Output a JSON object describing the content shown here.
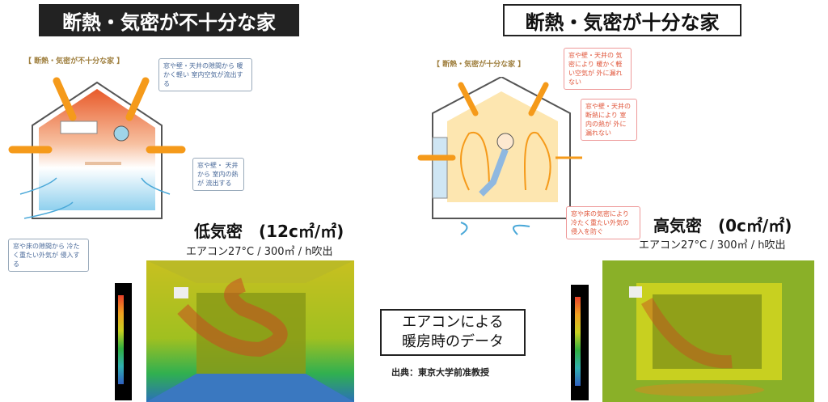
{
  "left": {
    "title": "断熱・気密が不十分な家",
    "caption": "【 断熱・気密が不十分な家 】",
    "bubbles": [
      "窓や壁・天井の隙間から 暖かく軽い 室内空気が流出する",
      "窓や壁・ 天井から 室内の熱が 流出する",
      "窓や床の隙間から 冷たく重たい外気が 侵入する"
    ],
    "label": "低気密　(12c㎡/㎡)",
    "subtitle": "エアコン27°C / 300㎥ / h吹出"
  },
  "right": {
    "title": "断熱・気密が十分な家",
    "caption": "【 断熱・気密が十分な家 】",
    "bubbles": [
      "窓や壁・天井の 気密により 暖かく軽い空気が 外に漏れない",
      "窓や壁・天井の 断熱により 室内の熱が 外に漏れない",
      "窓や床の気密により 冷たく重たい外気の 侵入を防ぐ"
    ],
    "label": "高気密　(0c㎡/㎡)",
    "subtitle": "エアコン27°C / 300㎥ / h吹出"
  },
  "center": {
    "line1": "エアコンによる",
    "line2": "暖房時のデータ",
    "source": "出典：東京大学前准教授"
  },
  "colors": {
    "warm": "#f08a1e",
    "hot": "#e8512a",
    "cold": "#4aa8d8",
    "good_bubble": "#e0553a",
    "bad_bubble": "#4a6a9a"
  }
}
